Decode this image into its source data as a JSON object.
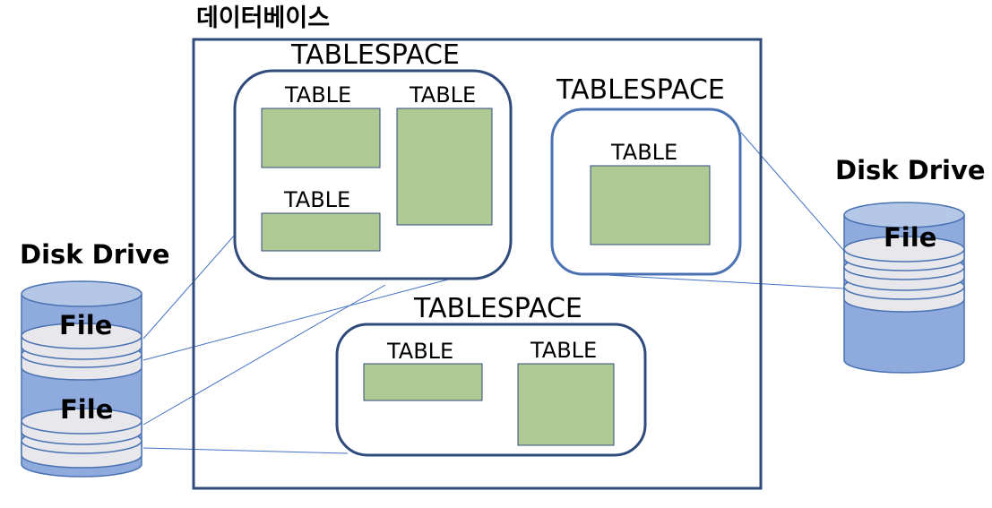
{
  "database": {
    "label": "데이터베이스"
  },
  "tablespaces": [
    {
      "label": "TABLESPACE",
      "tables": [
        "TABLE",
        "TABLE",
        "TABLE"
      ]
    },
    {
      "label": "TABLESPACE",
      "tables": [
        "TABLE"
      ]
    },
    {
      "label": "TABLESPACE",
      "tables": [
        "TABLE",
        "TABLE"
      ]
    }
  ],
  "disks": [
    {
      "label": "Disk Drive",
      "files": [
        "File",
        "File"
      ]
    },
    {
      "label": "Disk Drive",
      "files": [
        "File"
      ]
    }
  ],
  "colors": {
    "border": "#2f4b7c",
    "tablespace_border_dark": "#2f4b7c",
    "tablespace_border_light": "#4a72b2",
    "table_fill": "#afc994",
    "disk_body": "#8faadc",
    "disk_top": "#b4c7e7",
    "disk_platter": "#e7e7ec",
    "connector": "#4472c4"
  }
}
